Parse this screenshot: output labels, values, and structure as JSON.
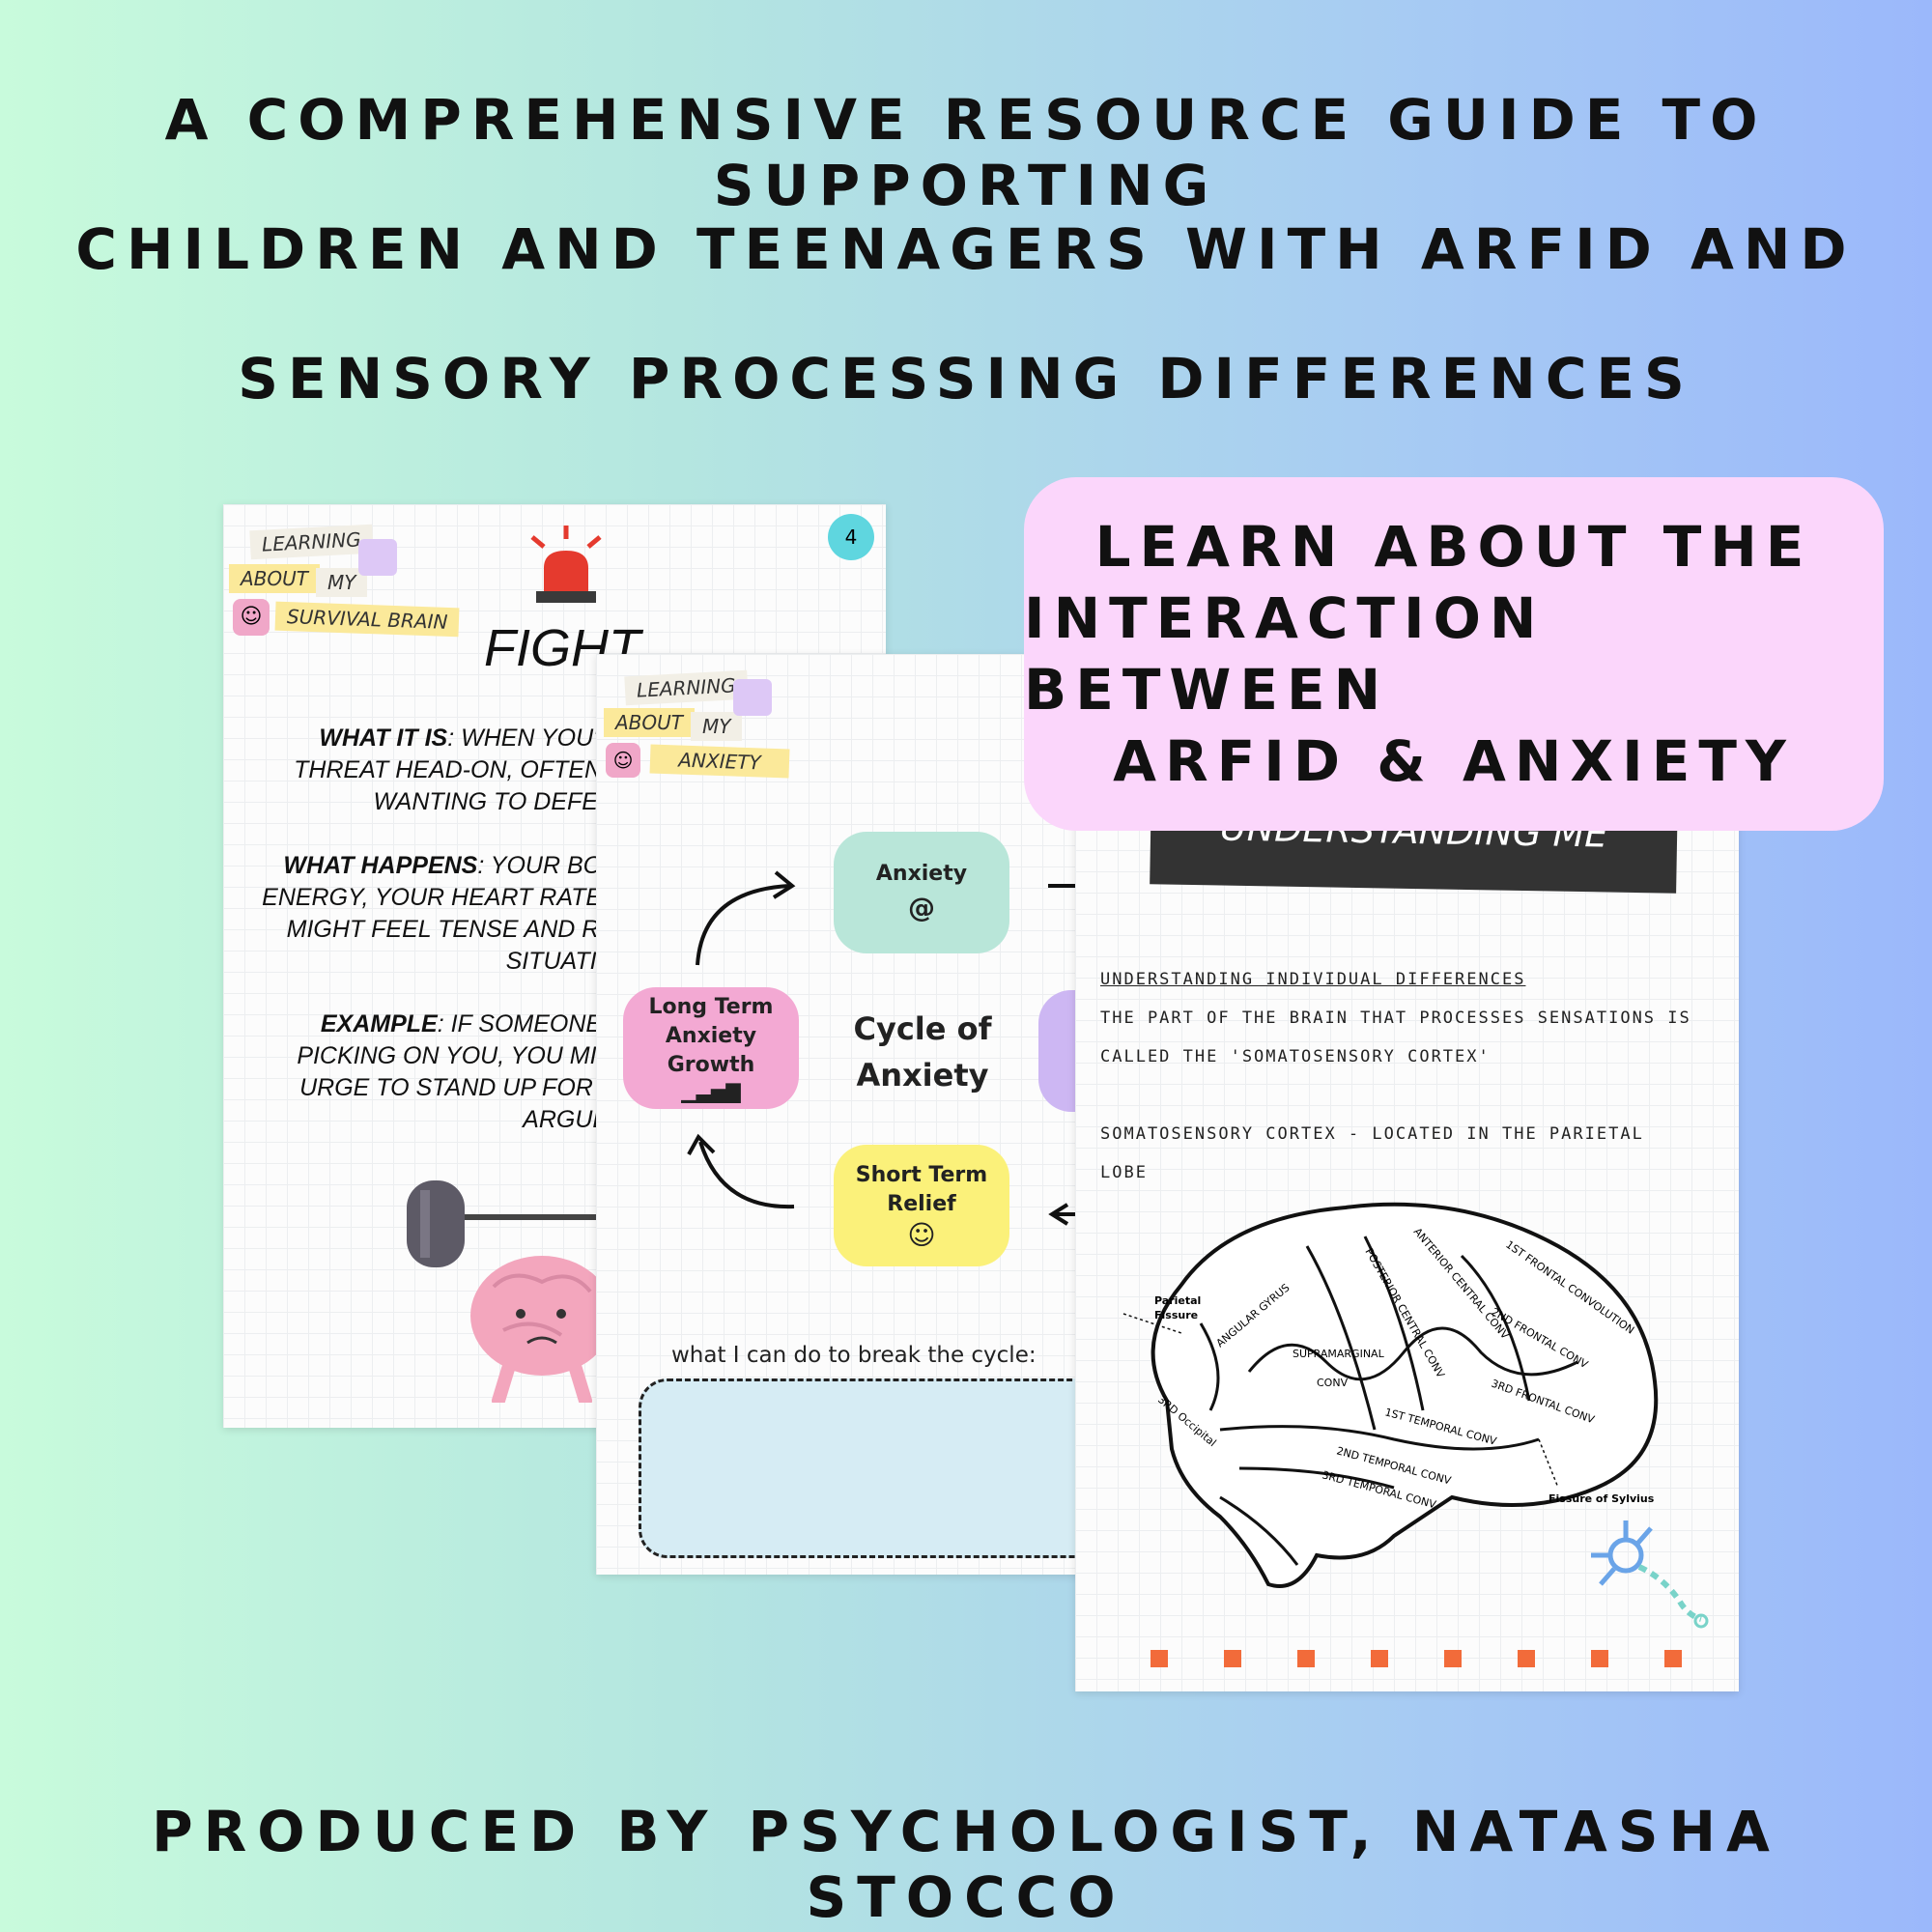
{
  "heading": {
    "line1": "A comprehensive resource guide to supporting",
    "line2": "children and teenagers with ARFID and",
    "line3": "sensory processing differences"
  },
  "page_fight": {
    "badge": "4",
    "tag_learning": "LEARNING",
    "tag_about": "ABOUT",
    "tag_my": "MY",
    "tag_topic": "SURVIVAL BRAIN",
    "title": "FIGHT",
    "what_it_is_label": "WHAT IT IS",
    "what_it_is_text": ": WHEN YOU'R",
    "what_it_is_l2": "THREAT HEAD-ON, OFTEN I",
    "what_it_is_l3": "WANTING TO DEFEN",
    "what_happens_label": "WHAT HAPPENS",
    "what_happens_text": ": YOUR BOL",
    "what_happens_l2": "ENERGY, YOUR HEART RATE I",
    "what_happens_l3": "MIGHT FEEL TENSE AND RE",
    "what_happens_l4": "SITUATIO",
    "example_label": "EXAMPLE",
    "example_text": ": IF SOMEONE I",
    "example_l2": "PICKING ON YOU, YOU MIG",
    "example_l3": "URGE TO STAND UP FOR Y",
    "example_l4": "ARGUE."
  },
  "page_cycle": {
    "tag_learning": "LEARNING",
    "tag_about": "ABOUT",
    "tag_my": "MY",
    "tag_topic": "ANXIETY",
    "node_anxiety": "Anxiety",
    "node_long_term": "Long Term Anxiety Growth",
    "node_short_term": "Short Term Relief",
    "center_title_1": "Cycle of",
    "center_title_2": "Anxiety",
    "break_prompt": "what I can do to break the cycle:"
  },
  "page_brain": {
    "banner": "UNDERSTANDING ME",
    "section_title": "Understanding individual differences",
    "line1": "The part of the brain that processes sensations is",
    "line2": "called the 'somatosensory cortex'",
    "line3": "Somatosensory cortex - located in the parietal",
    "line4": "lobe",
    "brain_labels": {
      "parietal_fissure_1": "Parietal",
      "parietal_fissure_2": "Fissure",
      "angular": "ANGULAR GYRUS",
      "supramarginal": "SUPRAMARGINAL",
      "conv": "CONV",
      "posterior": "POSTERIOR CENTRAL CONV",
      "anterior": "ANTERIOR CENTRAL CONV",
      "frontal1": "1ST FRONTAL CONVOLUTION",
      "frontal2": "2ND FRONTAL CONV",
      "frontal3": "3RD FRONTAL CONV",
      "temporal1": "1ST TEMPORAL CONV",
      "temporal2": "2ND TEMPORAL CONV",
      "temporal3": "3RD TEMPORAL CONV",
      "occipital": "3RD Occipital",
      "sylvius": "Fissure of Sylvius"
    }
  },
  "callout": {
    "line1": "Learn about the",
    "line2": "interaction between",
    "line3": "ARFID & Anxiety"
  },
  "footer": "Produced by psychologist, Natasha Stocco",
  "colors": {
    "bg_left": "#c8fbdc",
    "bg_right": "#9bb8fb",
    "callout": "#fbd6fb",
    "node_anxiety": "#b9e6d9",
    "node_long_term": "#f3a9d3",
    "node_short_term": "#fbf17a",
    "node_lavender": "#cdb7f3",
    "banner": "#333333",
    "dots": "#f26b3a"
  }
}
